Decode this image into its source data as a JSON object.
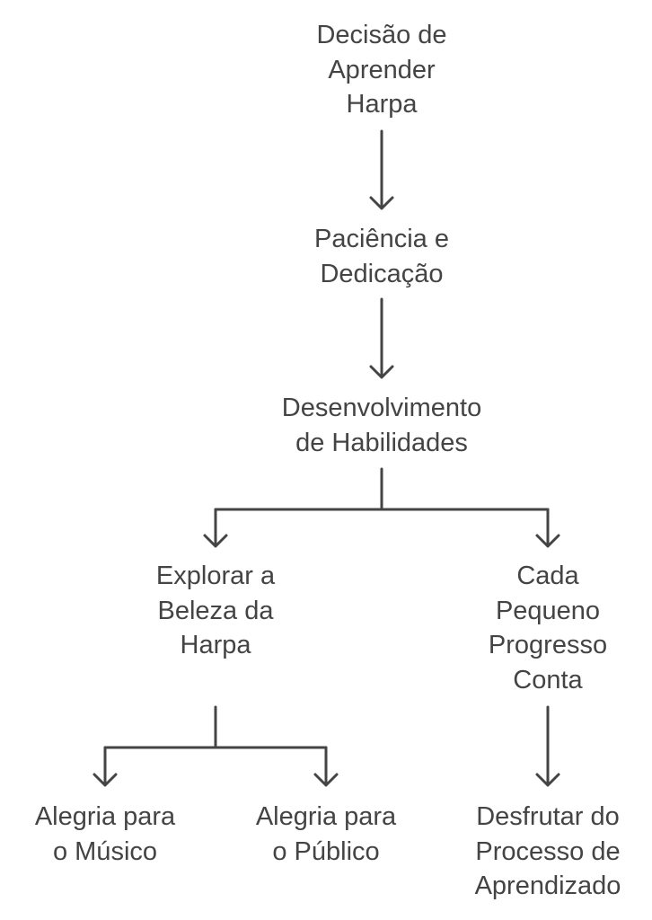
{
  "flowchart": {
    "nodes": {
      "decision": {
        "lines": [
          "Decisão de",
          "Aprender",
          "Harpa"
        ]
      },
      "patience": {
        "lines": [
          "Paciência e",
          "Dedicação"
        ]
      },
      "skills": {
        "lines": [
          "Desenvolvimento",
          "de Habilidades"
        ]
      },
      "explore": {
        "lines": [
          "Explorar a",
          "Beleza da",
          "Harpa"
        ]
      },
      "progress": {
        "lines": [
          "Cada",
          "Pequeno",
          "Progresso",
          "Conta"
        ]
      },
      "joy_musician": {
        "lines": [
          "Alegria para",
          "o Músico"
        ]
      },
      "joy_audience": {
        "lines": [
          "Alegria para",
          "o Público"
        ]
      },
      "enjoy_process": {
        "lines": [
          "Desfrutar do",
          "Processo de",
          "Aprendizado"
        ]
      }
    },
    "edges": [
      {
        "from": "decision",
        "to": "patience"
      },
      {
        "from": "patience",
        "to": "skills"
      },
      {
        "from": "skills",
        "to": "explore"
      },
      {
        "from": "skills",
        "to": "progress"
      },
      {
        "from": "explore",
        "to": "joy_musician"
      },
      {
        "from": "explore",
        "to": "joy_audience"
      },
      {
        "from": "progress",
        "to": "enjoy_process"
      }
    ],
    "colors": {
      "text": "#444444",
      "line": "#444444",
      "background": "#ffffff"
    }
  }
}
